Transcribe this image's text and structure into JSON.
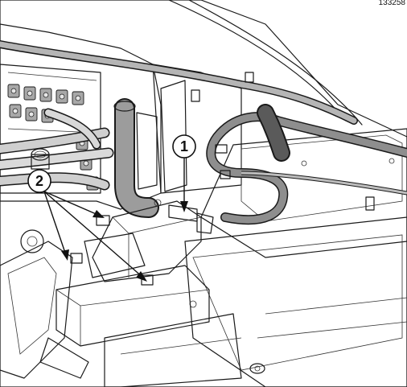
{
  "reference": "133258",
  "callouts": [
    {
      "label": "1"
    },
    {
      "label": "2"
    }
  ],
  "colors": {
    "background": "#ffffff",
    "line": "#1a1a1a",
    "panel_light": "#ececec",
    "panel_mid": "#d6d6d6",
    "panel_dark": "#bdbdbd",
    "hose": "#9a9a9a",
    "hose_dark": "#4a4a4a"
  }
}
